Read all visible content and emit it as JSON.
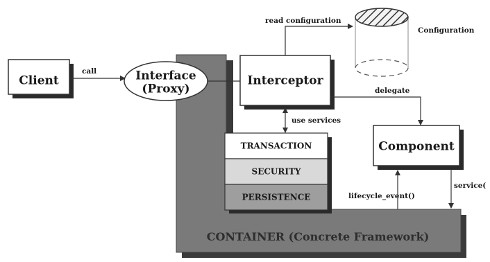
{
  "diagram": {
    "container_label": "CONTAINER (Concrete Framework)",
    "nodes": {
      "client": "Client",
      "interface_line1": "Interface",
      "interface_line2": "(Proxy)",
      "interceptor": "Interceptor",
      "component": "Component",
      "configuration": "Configuration"
    },
    "services": [
      "TRANSACTION",
      "SECURITY",
      "PERSISTENCE"
    ],
    "edges": {
      "call": "call",
      "read_configuration": "read configuration",
      "delegate": "delegate",
      "use_services": "use services",
      "lifecycle_event": "lifecycle_event()",
      "service": "service("
    }
  }
}
